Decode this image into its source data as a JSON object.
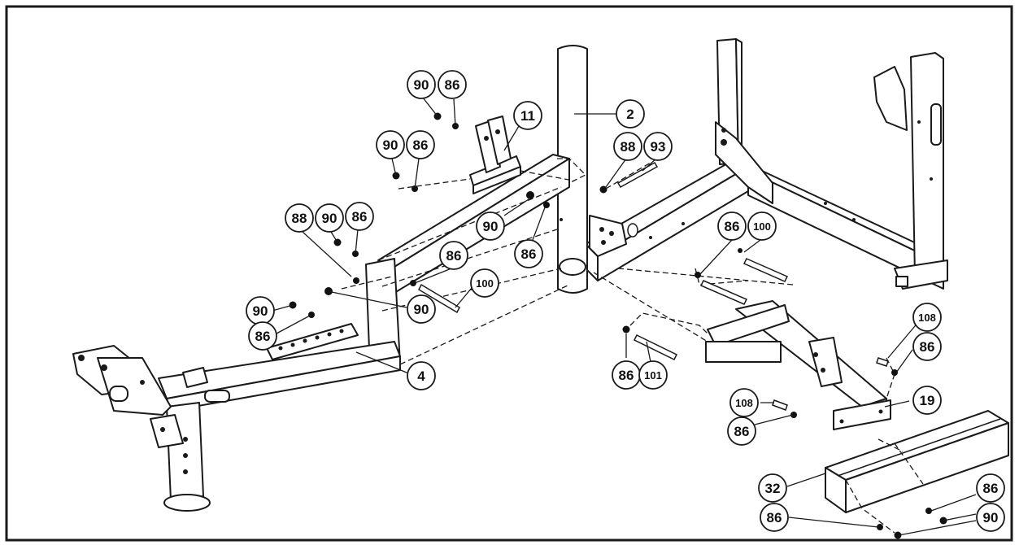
{
  "callouts": [
    {
      "label": "90"
    },
    {
      "label": "86"
    },
    {
      "label": "11"
    },
    {
      "label": "2"
    },
    {
      "label": "90"
    },
    {
      "label": "86"
    },
    {
      "label": "88"
    },
    {
      "label": "93"
    },
    {
      "label": "88"
    },
    {
      "label": "90"
    },
    {
      "label": "86"
    },
    {
      "label": "90"
    },
    {
      "label": "86"
    },
    {
      "label": "86"
    },
    {
      "label": "100"
    },
    {
      "label": "90"
    },
    {
      "label": "90"
    },
    {
      "label": "86"
    },
    {
      "label": "4"
    },
    {
      "label": "86"
    },
    {
      "label": "100"
    },
    {
      "label": "108"
    },
    {
      "label": "86"
    },
    {
      "label": "86"
    },
    {
      "label": "101"
    },
    {
      "label": "108"
    },
    {
      "label": "86"
    },
    {
      "label": "19"
    },
    {
      "label": "32"
    },
    {
      "label": "86"
    },
    {
      "label": "86"
    },
    {
      "label": "90"
    }
  ]
}
